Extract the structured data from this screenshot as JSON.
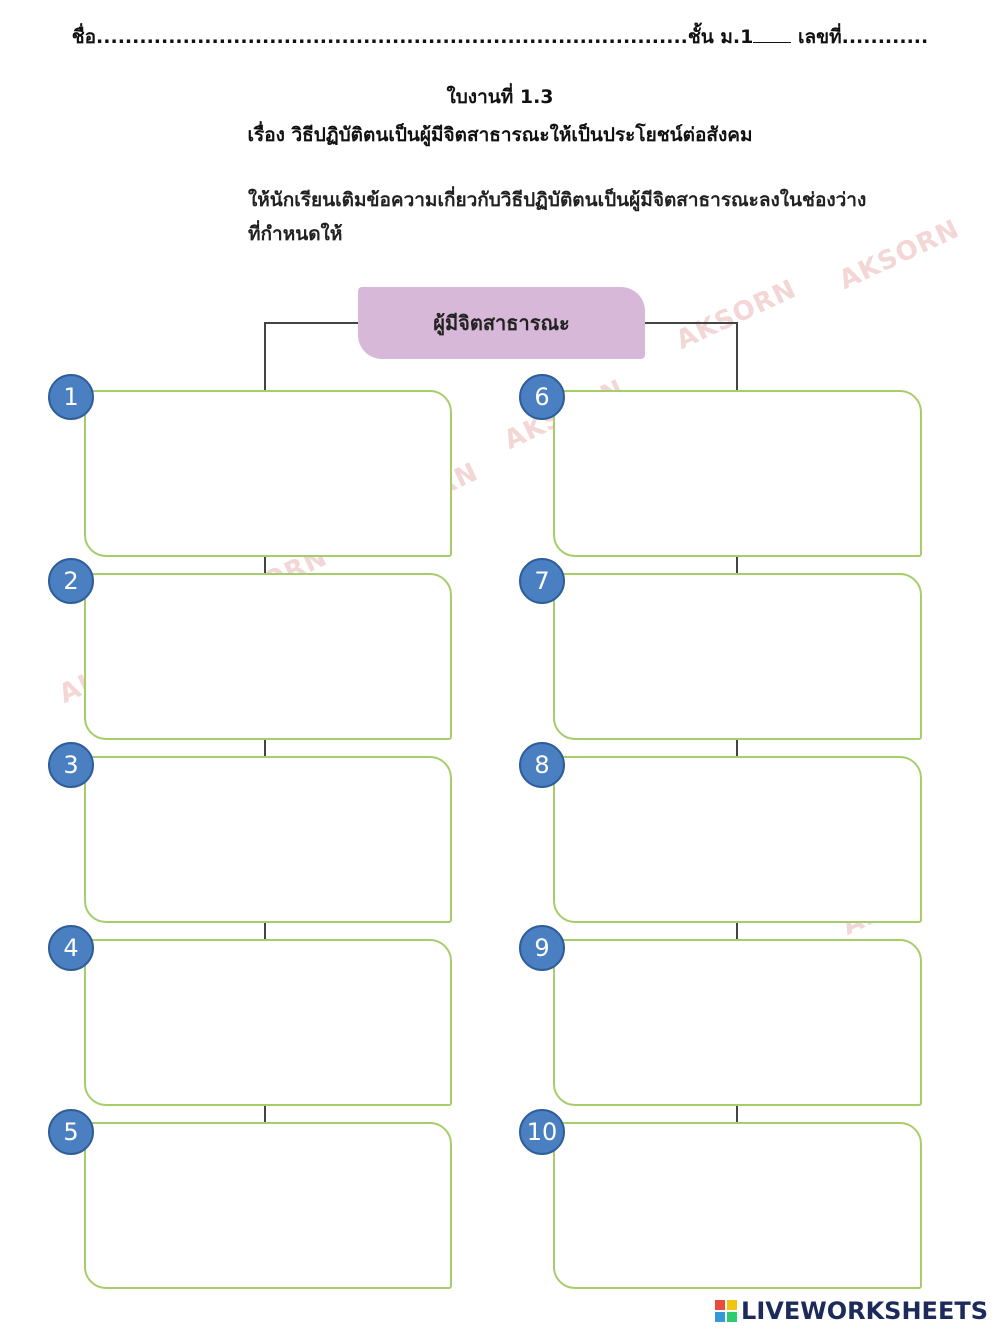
{
  "header": {
    "name_line": "ชื่อ..................................................................................ชั้น ม.1",
    "name_line_tail": " เลขที่............",
    "worksheet_no": "ใบงานที่ 1.3",
    "topic": "เรื่อง  วิธีปฏิบัติตนเป็นผู้มีจิตสาธารณะให้เป็นประโยชน์ต่อสังคม"
  },
  "instruction": {
    "line1": "ให้นักเรียนเติมข้อความเกี่ยวกับวิธีปฏิบัติตนเป็นผู้มีจิตสาธารณะลงในช่องว่าง",
    "line2": "ที่กำหนดให้"
  },
  "diagram": {
    "center_label": "ผู้มีจิตสาธารณะ",
    "left_numbers": [
      "1",
      "2",
      "3",
      "4",
      "5"
    ],
    "right_numbers": [
      "6",
      "7",
      "8",
      "9",
      "10"
    ],
    "box_border_color": "#a6cd6a",
    "center_fill_color": "#d8b8d8",
    "number_badge_color": "#4a7fc1"
  },
  "watermarks": [
    "AKSORN",
    "AKSORN",
    "AKSORN",
    "RN",
    "ORN",
    "AKS",
    "AKSO"
  ],
  "footer": {
    "brand": "LIVEWORKSHEETS"
  }
}
